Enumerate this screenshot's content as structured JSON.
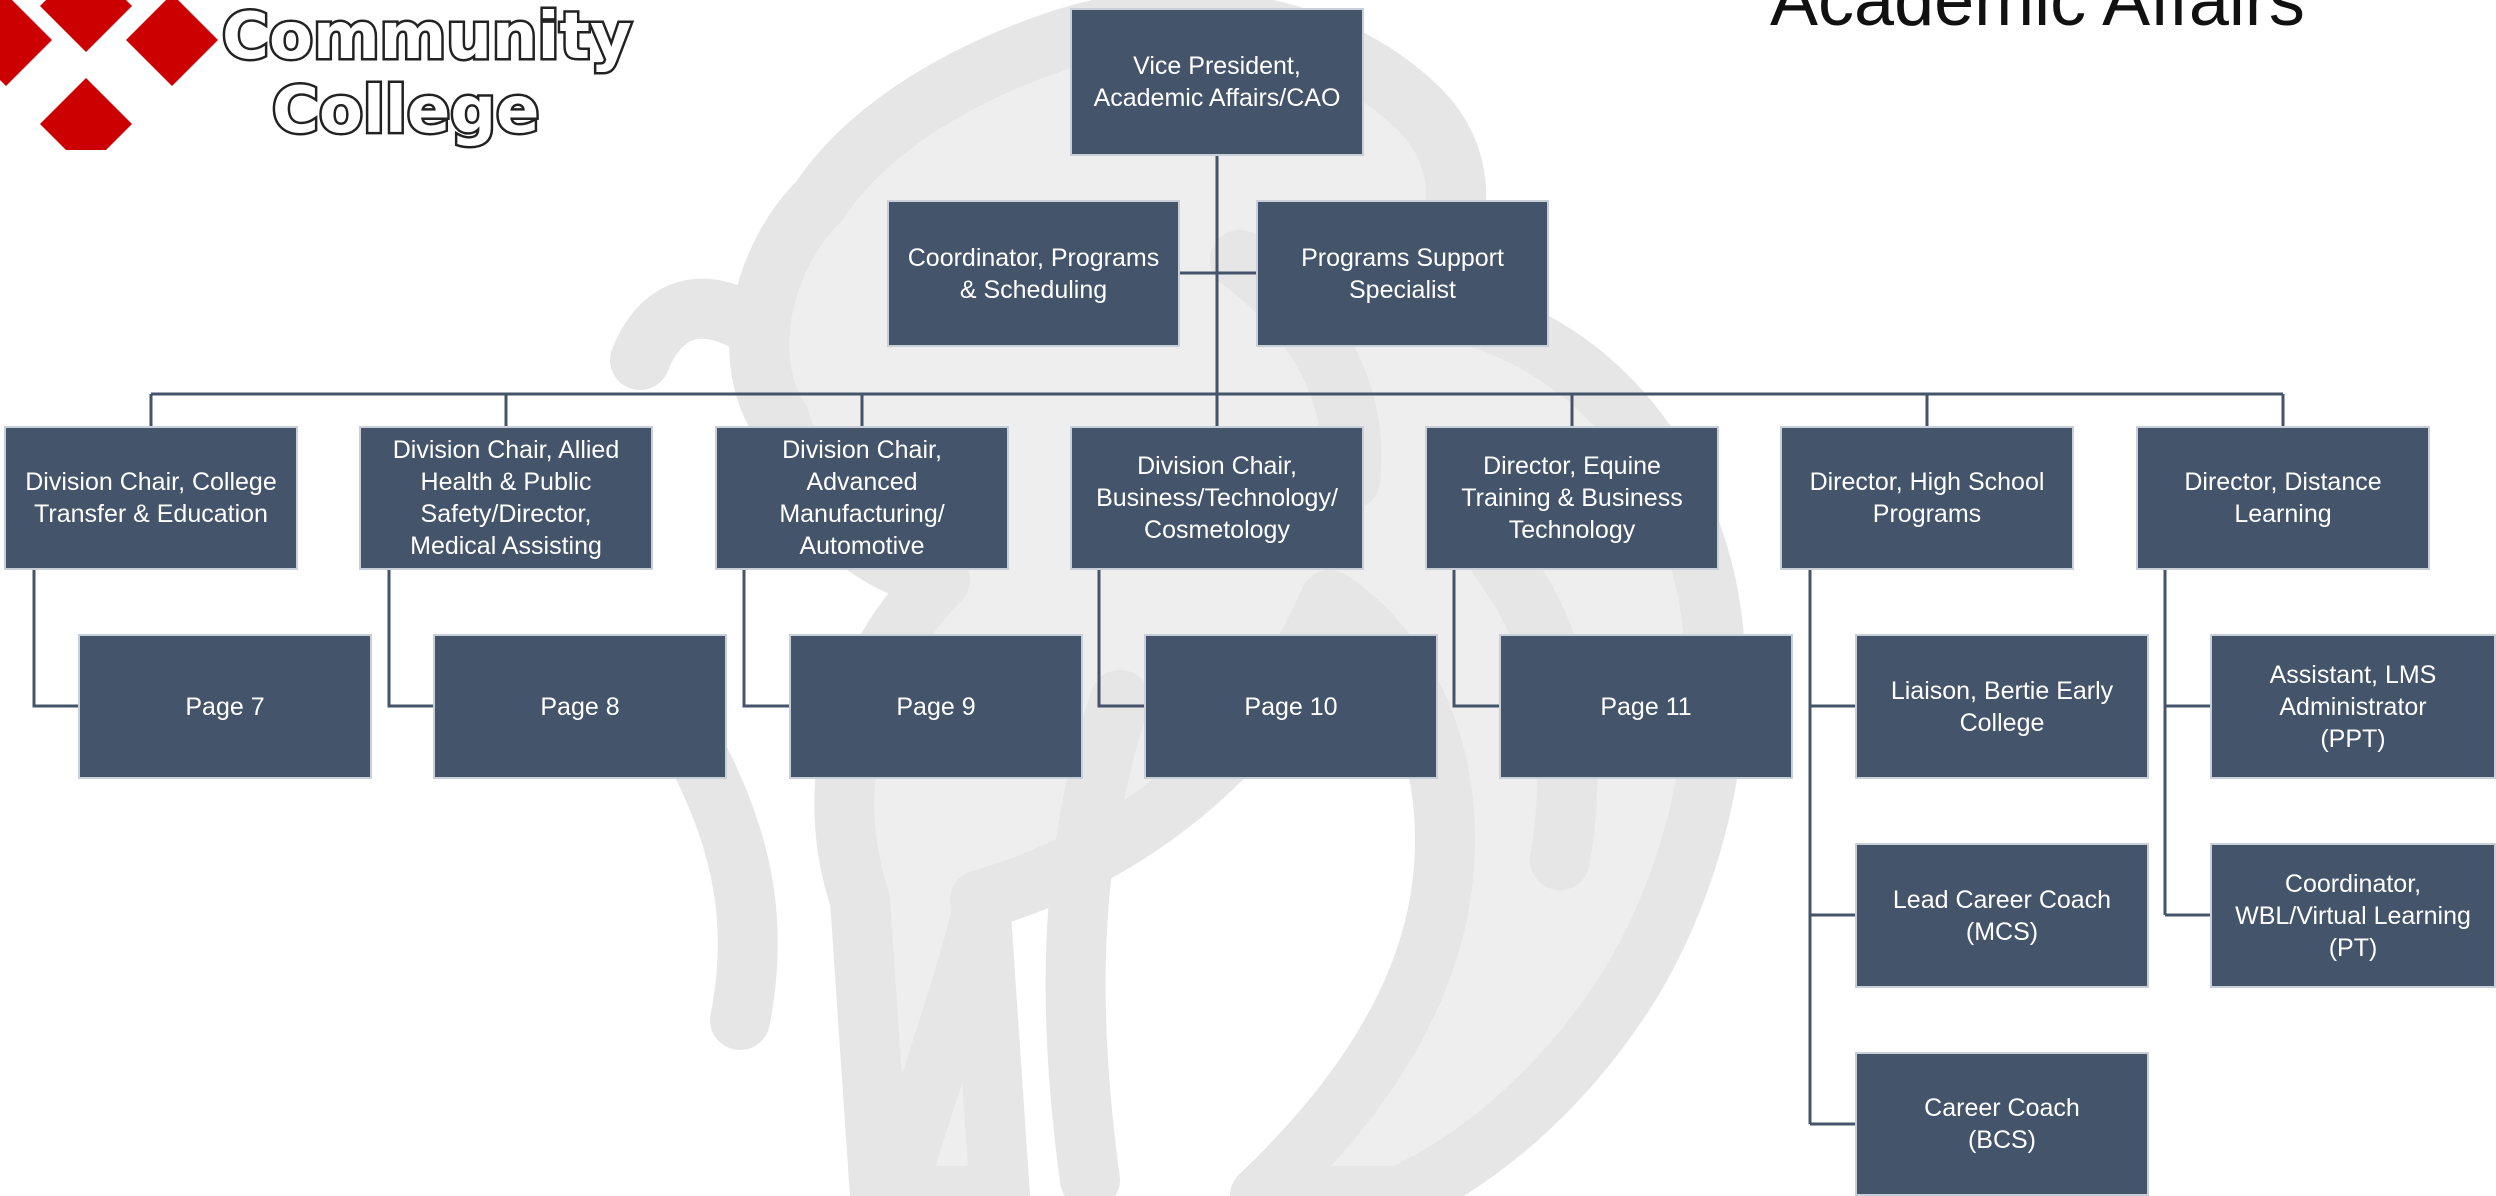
{
  "header": {
    "title": "Academic Affairs",
    "logo": {
      "text_lines": [
        "Community",
        "College"
      ]
    }
  },
  "org_chart": {
    "top": "Vice President,\nAcademic Affairs/CAO",
    "staff": [
      "Coordinator, Programs\n& Scheduling",
      "Programs Support\nSpecialist"
    ],
    "divisions": [
      {
        "title": "Division Chair, College\nTransfer & Education",
        "reports": [
          "Page 7"
        ]
      },
      {
        "title": "Division Chair, Allied\nHealth & Public\nSafety/Director,\nMedical Assisting",
        "reports": [
          "Page 8"
        ]
      },
      {
        "title": "Division Chair,\nAdvanced\nManufacturing/\nAutomotive",
        "reports": [
          "Page 9"
        ]
      },
      {
        "title": "Division Chair,\nBusiness/Technology/\nCosmetology",
        "reports": [
          "Page 10"
        ]
      },
      {
        "title": "Director, Equine\nTraining & Business\nTechnology",
        "reports": [
          "Page 11"
        ]
      },
      {
        "title": "Director, High School\nPrograms",
        "reports": [
          "Liaison, Bertie Early\nCollege",
          "Lead Career Coach\n(MCS)",
          "Career Coach\n(BCS)"
        ]
      },
      {
        "title": "Director, Distance\nLearning",
        "reports": [
          "Assistant, LMS\nAdministrator\n(PPT)",
          "Coordinator,\nWBL/Virtual Learning\n(PT)"
        ]
      }
    ]
  },
  "colors": {
    "box_fill": "#44546a",
    "box_border": "#c8cfd8",
    "connector": "#44546a",
    "logo_red": "#cc0000",
    "watermark": "#ececec"
  },
  "icons": {
    "logo": "diamond-logo-icon",
    "watermark": "horse-watermark-icon"
  }
}
